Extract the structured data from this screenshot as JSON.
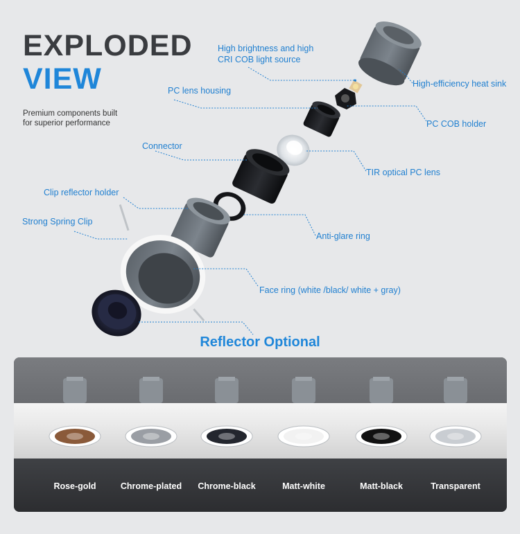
{
  "header": {
    "title_line1": "EXPLODED",
    "title_line2": "VIEW",
    "subtitle": "Premium components built for superior performance"
  },
  "callouts": {
    "cob_light_source": "High brightness and high CRI COB light source",
    "heat_sink": "High-efficiency heat sink",
    "pc_lens_housing": "PC lens housing",
    "pc_cob_holder": "PC COB holder",
    "connector": "Connector",
    "tir_lens": "TIR optical PC lens",
    "clip_reflector_holder": "Clip reflector holder",
    "spring_clip": "Strong Spring Clip",
    "anti_glare_ring": "Anti-glare ring",
    "face_ring": "Face ring (white /black/ white + gray)"
  },
  "reflector_section": {
    "title": "Reflector Optional",
    "variants": [
      {
        "label": "Rose-gold",
        "color": "#8a5a3a"
      },
      {
        "label": "Chrome-plated",
        "color": "#9a9ea4"
      },
      {
        "label": "Chrome-black",
        "color": "#23262e"
      },
      {
        "label": "Matt-white",
        "color": "#f2f2f2"
      },
      {
        "label": "Matt-black",
        "color": "#111111"
      },
      {
        "label": "Transparent",
        "color": "#c9cdd2"
      }
    ]
  },
  "colors": {
    "accent": "#1f86d9",
    "title_dark": "#3a3c40",
    "background": "#e7e8ea"
  }
}
